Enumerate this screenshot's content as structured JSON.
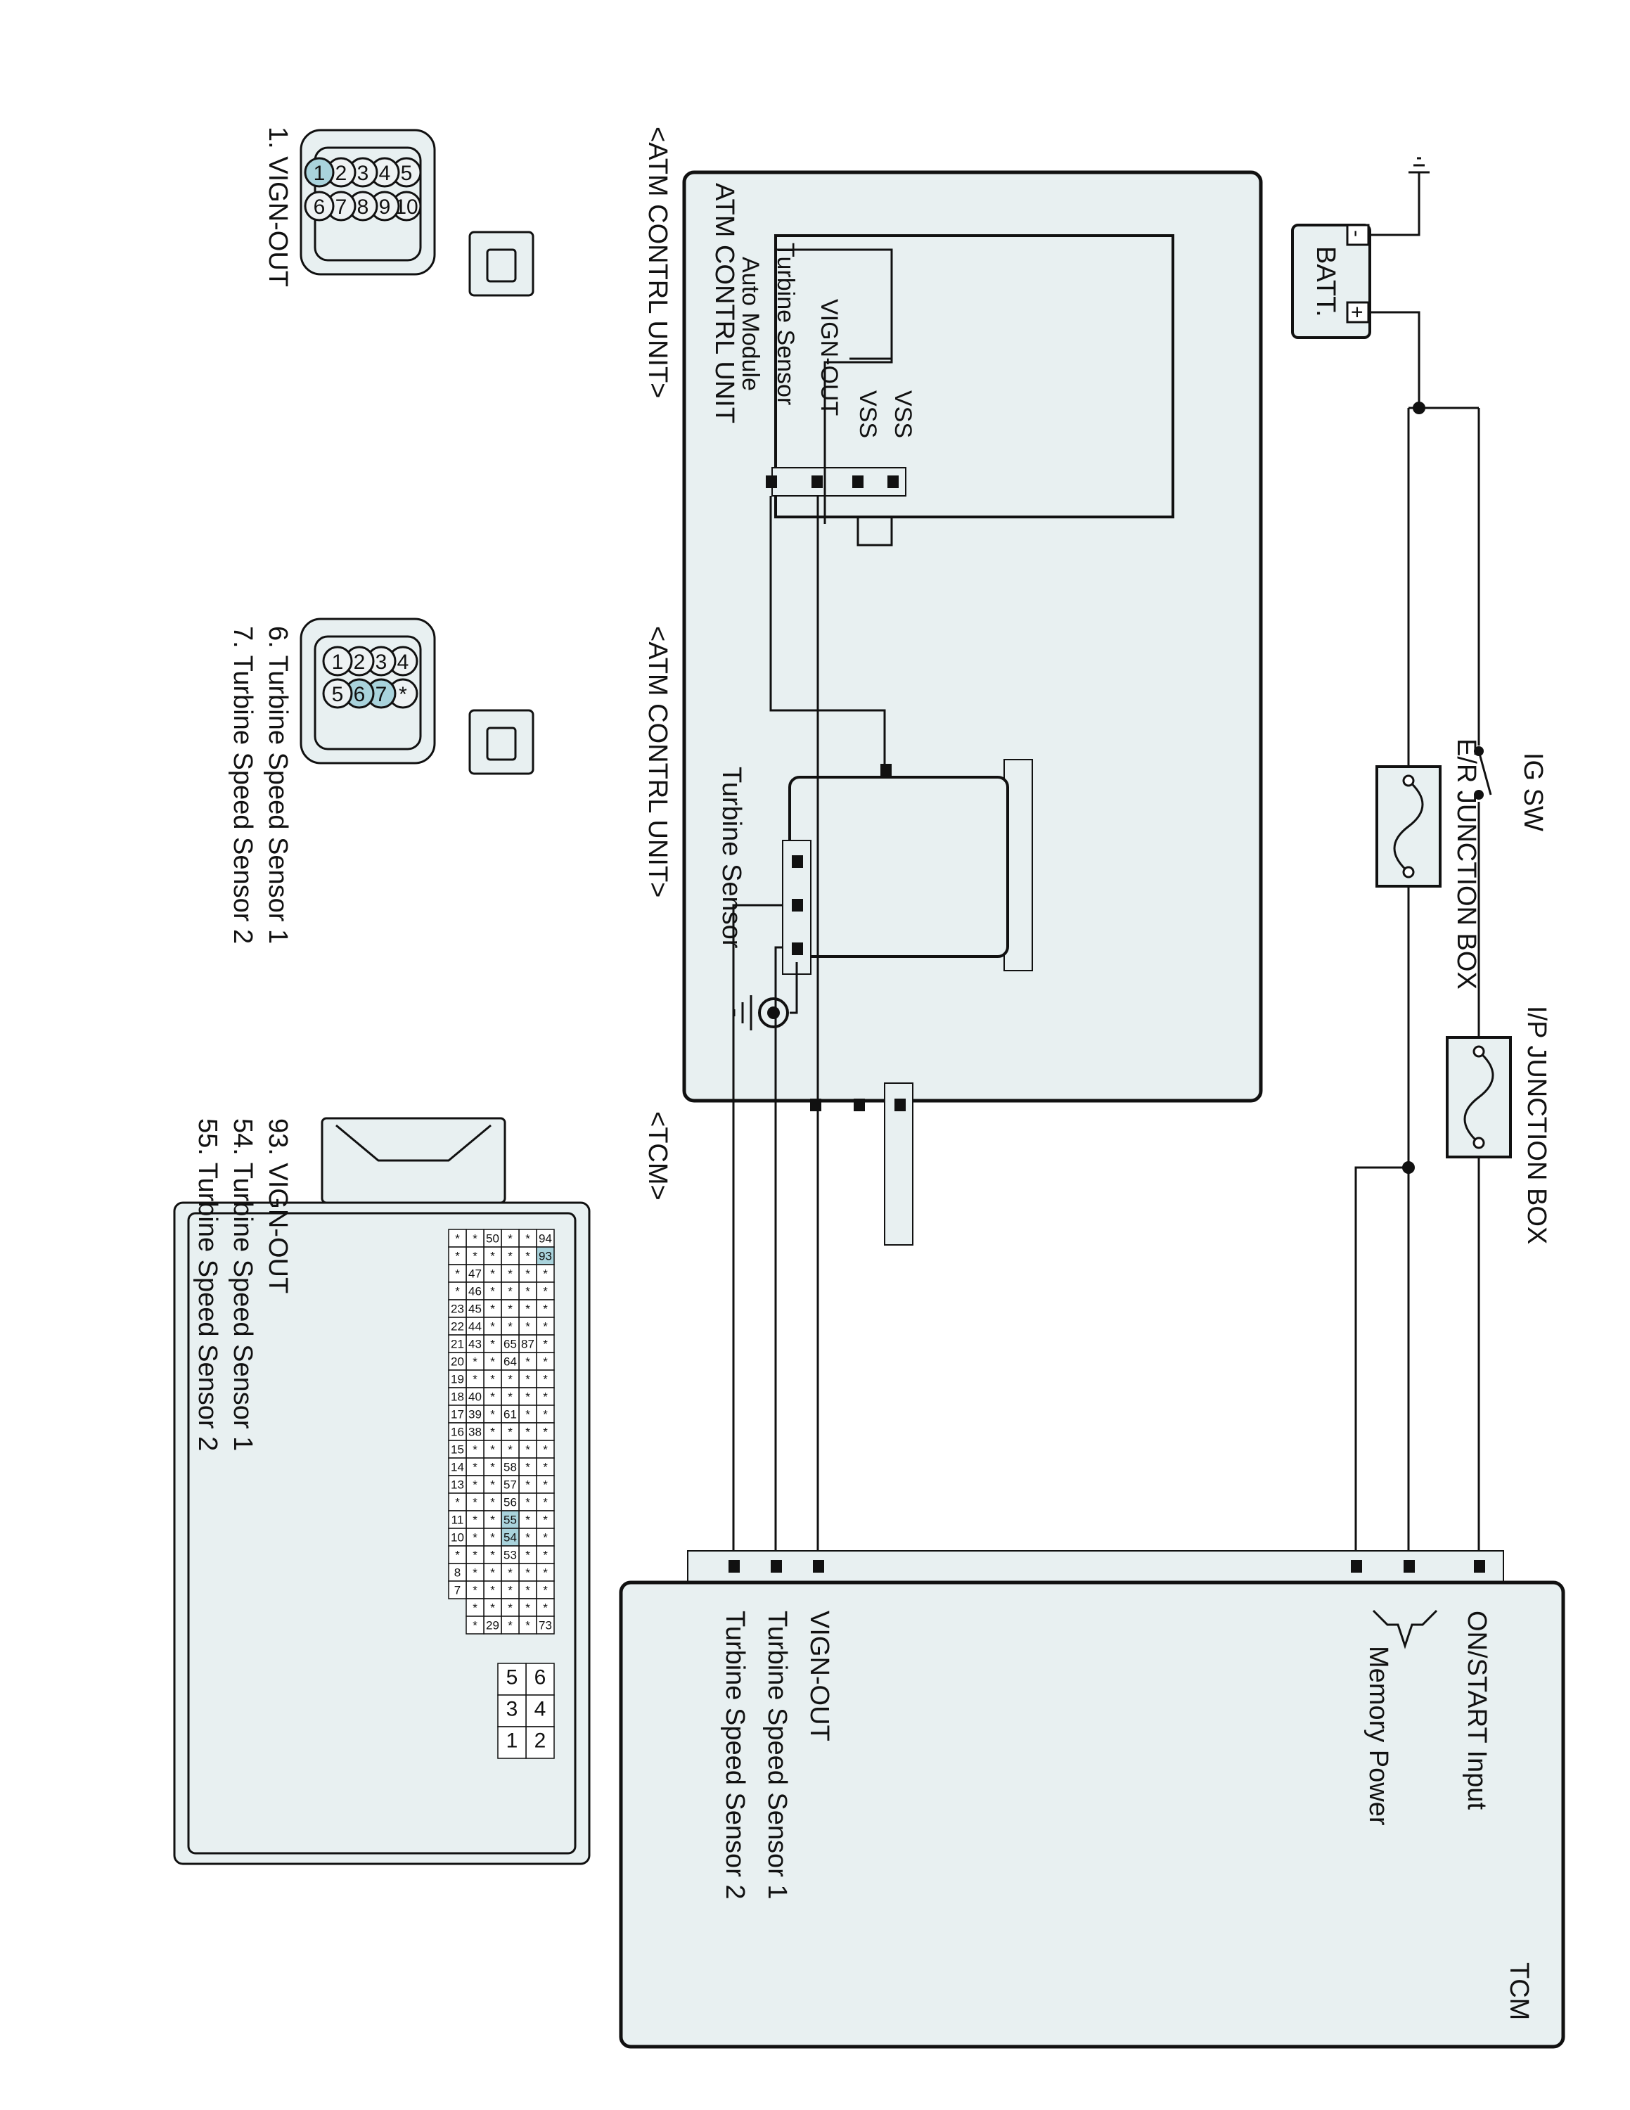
{
  "labels": {
    "atm_unit": "ATM CONTRL UNIT",
    "auto_module": "Auto Module",
    "turbine_sensor_pin": "Turbine Sensor",
    "vign_out_pin": "VIGN-OUT",
    "vss_1": "VSS",
    "vss_2": "VSS",
    "turbine_sensor_component": "Turbine Sensor",
    "batt": "BATT.",
    "batt_minus": "-",
    "batt_plus": "+",
    "ig_sw": "IG SW",
    "er_junction": "E/R JUNCTION BOX",
    "ip_junction": "I/P JUNCTION BOX",
    "tcm_title": "TCM",
    "tcm_on_start": "ON/START Input",
    "tcm_memory": "Memory Power",
    "tcm_vign_out": "VIGN-OUT",
    "tcm_tss1": "Turbine Speed Sensor 1",
    "tcm_tss2": "Turbine Speed Sensor 2"
  },
  "connectors": [
    {
      "header": "<ATM CONTRL UNIT>",
      "rows": [
        [
          "5",
          "4",
          "3",
          "2",
          "1"
        ],
        [
          "10",
          "9",
          "8",
          "7",
          "6"
        ]
      ],
      "highlighted": [
        "1"
      ],
      "pins": [
        "1. VIGN-OUT"
      ]
    },
    {
      "header": "<ATM CONTRL UNIT>",
      "rows": [
        [
          "4",
          "3",
          "2",
          "1"
        ],
        [
          "*",
          "7",
          "6",
          "5"
        ]
      ],
      "highlighted": [
        "7",
        "6"
      ],
      "pins": [
        "6. Turbine Speed Sensor 1",
        "7. Turbine Speed Sensor 2"
      ]
    },
    {
      "header": "<TCM>",
      "grid": [
        [
          "94",
          "93",
          "*",
          "*",
          "*",
          "*",
          "*",
          "*",
          "*",
          "*",
          "*",
          "*",
          "*",
          "*",
          "*",
          "*",
          "*",
          "*",
          "*",
          "*",
          "*",
          "*",
          "73"
        ],
        [
          "*",
          "*",
          "*",
          "*",
          "*",
          "*",
          "87",
          "*",
          "*",
          "*",
          "*",
          "*",
          "*",
          "*",
          "*",
          "*",
          "*",
          "*",
          "*",
          "*",
          "*",
          "*",
          "*"
        ],
        [
          "*",
          "*",
          "*",
          "*",
          "*",
          "*",
          "65",
          "64",
          "*",
          "*",
          "61",
          "*",
          "*",
          "58",
          "57",
          "56",
          "55",
          "54",
          "53",
          "*",
          "*",
          "*",
          "*"
        ],
        [
          "50",
          "*",
          "*",
          "*",
          "*",
          "*",
          "*",
          "*",
          "*",
          "*",
          "*",
          "*",
          "*",
          "*",
          "*",
          "*",
          "*",
          "*",
          "*",
          "*",
          "*",
          "*",
          "29"
        ],
        [
          "*",
          "*",
          "47",
          "46",
          "45",
          "44",
          "43",
          "*",
          "*",
          "40",
          "39",
          "38",
          "*",
          "*",
          "*",
          "*",
          "*",
          "*",
          "*",
          "*",
          "*",
          "*",
          "*"
        ],
        [
          "*",
          "*",
          "*",
          "*",
          "23",
          "22",
          "21",
          "20",
          "19",
          "18",
          "17",
          "16",
          "15",
          "14",
          "13",
          "*",
          "11",
          "10",
          "*",
          "8",
          "7",
          "",
          ""
        ]
      ],
      "highlighted": [
        "93",
        "55",
        "54"
      ],
      "power_block": [
        [
          "6",
          "5"
        ],
        [
          "4",
          "3"
        ],
        [
          "2",
          "1"
        ]
      ],
      "pins": [
        "93. VIGN-OUT",
        "54. Turbine Speed Sensor 1",
        "55. Turbine Speed Sensor 2"
      ]
    }
  ]
}
